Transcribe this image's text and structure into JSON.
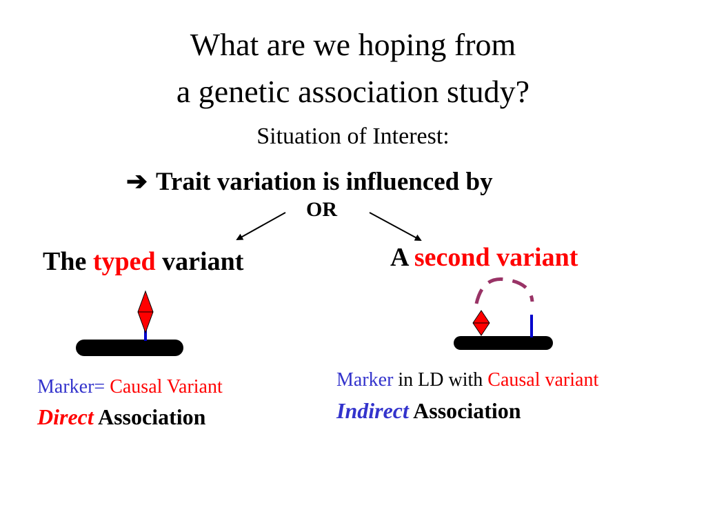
{
  "title": {
    "line1": "What are we hoping from",
    "line2": "a genetic association study?"
  },
  "subtitle": "Situation of Interest:",
  "headline": {
    "arrow": "➔",
    "text": "Trait variation is influenced by"
  },
  "or_label": "OR",
  "left": {
    "heading_pre": "The ",
    "heading_em": "typed",
    "heading_post": " variant",
    "marker_label": "Marker=",
    "marker_value": "Causal Variant",
    "assoc_em": "Direct",
    "assoc_text": "Association"
  },
  "right": {
    "heading_pre": "A ",
    "heading_em": "second variant",
    "marker_label": "Marker",
    "marker_mid": "in LD with",
    "marker_value": "Causal variant",
    "assoc_em": "Indirect",
    "assoc_text": "Association"
  },
  "colors": {
    "accent_red": "#ff0000",
    "marker_blue": "#3333cc",
    "ld_arc": "#993366",
    "chromosome": "#000000"
  }
}
